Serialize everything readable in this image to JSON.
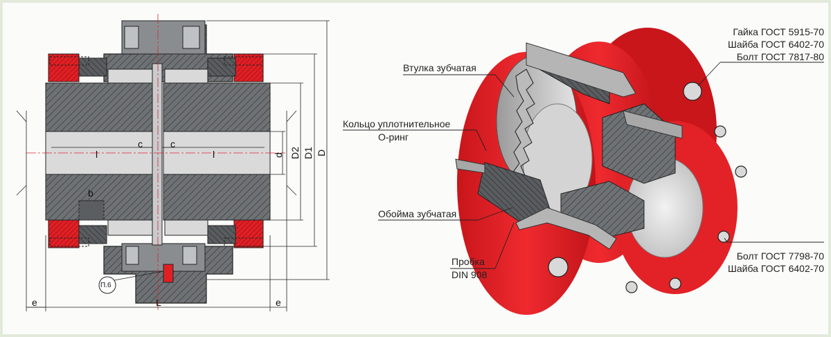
{
  "left_drawing": {
    "dim_c_left": "c",
    "dim_c_right": "c",
    "dim_l_left": "l",
    "dim_l_right": "l",
    "dim_b": "b",
    "dim_d": "d",
    "dim_D2": "D2",
    "dim_D1": "D1",
    "dim_D": "D",
    "dim_e_left": "e",
    "dim_e_right": "e",
    "dim_L": "L",
    "note_p6": "П.6"
  },
  "right_drawing": {
    "labels": {
      "gear_sleeve": "Втулка зубчатая",
      "seal_ring_1": "Кольцо уплотнительное",
      "seal_ring_2": "О-ринг",
      "gear_housing": "Обойма зубчатая",
      "plug_1": "Пробка",
      "plug_2": "DIN 908",
      "nut": "Гайка ГОСТ 5915-70",
      "washer_top": "Шайба ГОСТ 6402-70",
      "bolt_top": "Болт ГОСТ 7817-80",
      "bolt_bottom": "Болт ГОСТ 7798-70",
      "washer_bottom": "Шайба ГОСТ 6402-70"
    }
  },
  "colors": {
    "housing_red": "#e01f24",
    "steel_gray": "#666a6e",
    "light_bore": "#d9d9d9"
  }
}
